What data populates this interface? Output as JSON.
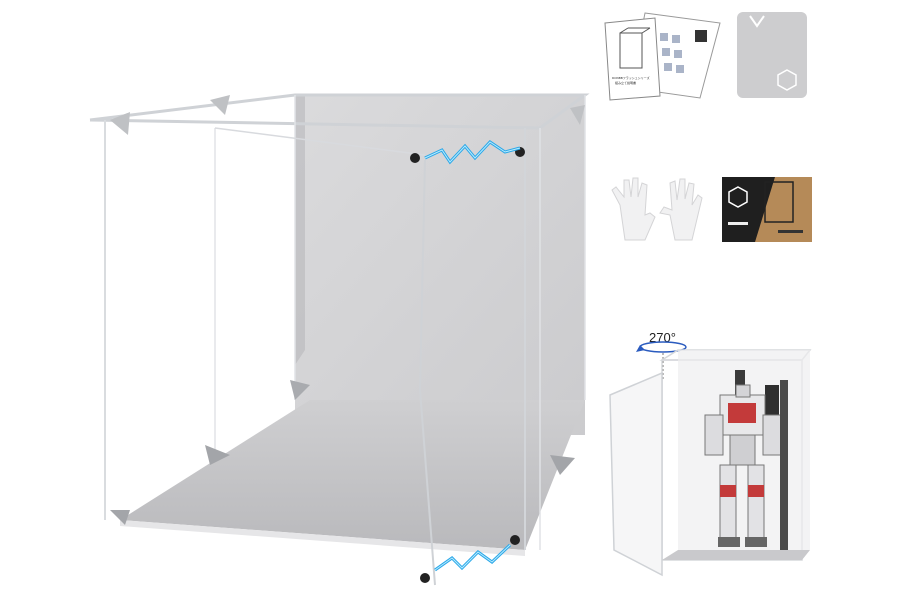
{
  "product": {
    "rotation_label": "270°",
    "accent_color": "#2aa7e8"
  },
  "manual_card": {
    "front_caption_line1": "RONBBフラッシュシリーズ",
    "front_caption_line2": "組み立て説明書"
  },
  "icons": {
    "static_spark": "lightning-icon",
    "hinge": "hinge-icon",
    "rotate": "rotate-arrow-icon"
  }
}
